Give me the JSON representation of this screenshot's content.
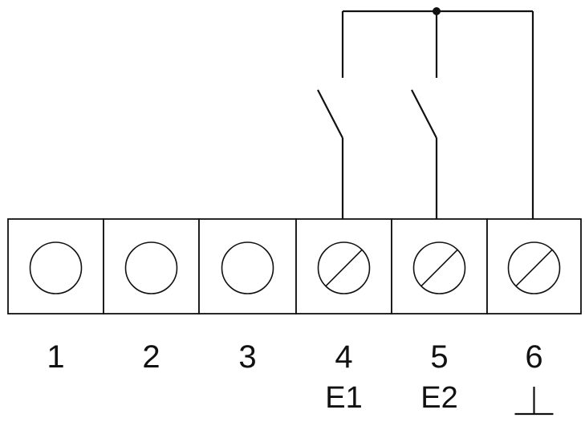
{
  "terminals": [
    {
      "number": "1",
      "label": "",
      "screw": "round"
    },
    {
      "number": "2",
      "label": "",
      "screw": "round"
    },
    {
      "number": "3",
      "label": "",
      "screw": "round"
    },
    {
      "number": "4",
      "label": "E1",
      "screw": "slotted"
    },
    {
      "number": "5",
      "label": "E2",
      "screw": "slotted"
    },
    {
      "number": "6",
      "label": "",
      "screw": "slotted",
      "symbol": "ground-icon"
    }
  ],
  "switches": [
    {
      "terminal": "4",
      "state": "open"
    },
    {
      "terminal": "5",
      "state": "open"
    }
  ],
  "colors": {
    "line": "#111111",
    "background": "#ffffff"
  }
}
